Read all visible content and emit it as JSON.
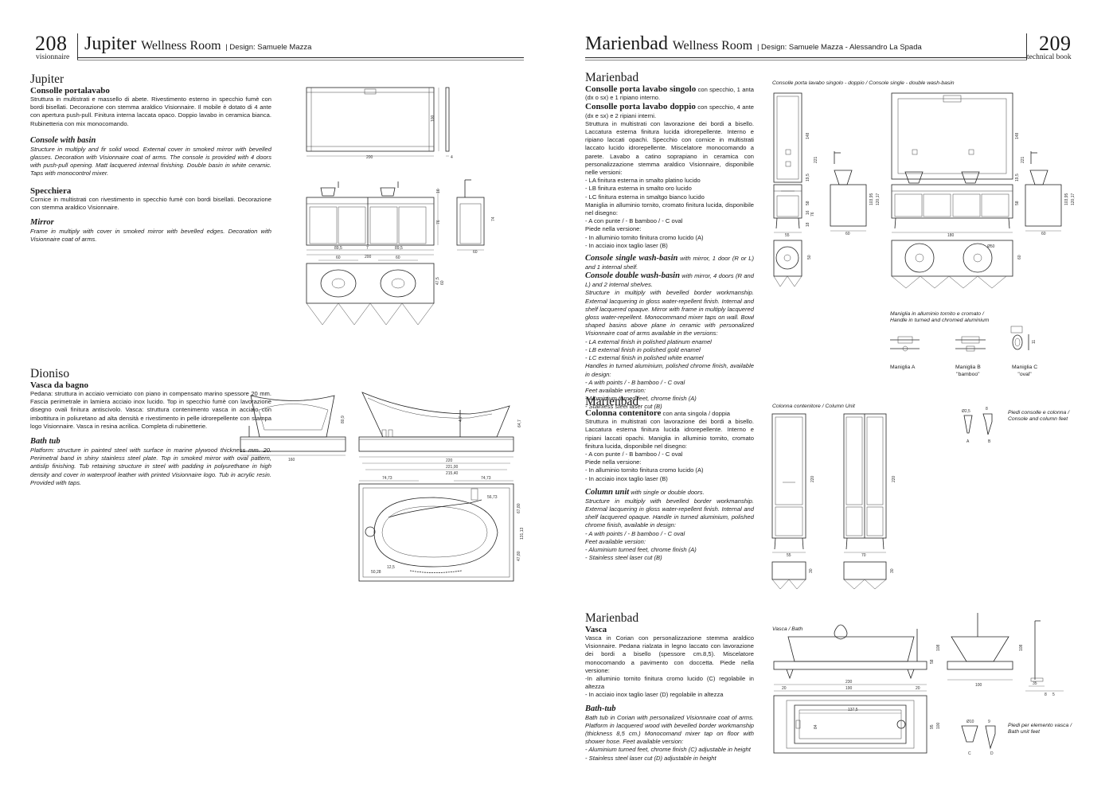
{
  "left": {
    "page_number": "208",
    "brand": "visionnaire",
    "header": {
      "title_main": "Jupiter",
      "title_sub": "Wellness Room",
      "designer": "| Design: Samuele Mazza"
    },
    "jupiter": {
      "title": "Jupiter",
      "consolle_title": "Consolle portalavabo",
      "consolle_it": "Struttura in multistrati e massello di abete. Rivestimento esterno in specchio fumè con bordi bisellati. Decorazione con stemma araldico Visionnaire. Il mobile è dotato di 4 ante con apertura push-pull. Finitura interna laccata opaco. Doppio lavabo in ceramica bianca. Rubinetteria con mix monocomando.",
      "console_title": "Console with basin",
      "console_en": "Structure in multiply and fir solid wood. External cover in smoked mirror with bevelled glasses. Decoration with Visionnaire coat of arms. The console is provided with 4 doors with push-pull opening. Matt lacquered internal finishing. Double basin in white ceramic. Taps with monocontrol mixer.",
      "specchiera_title": "Specchiera",
      "specchiera_it": "Cornice in multistrati con rivestimento in specchio fumè con bordi bisellati. Decorazione con stemma araldico Visionnaire.",
      "mirror_title": "Mirror",
      "mirror_en": "Frame in multiply with cover in smoked mirror with bevelled edges. Decoration with Visionnaire coat of arms."
    },
    "jupiter_dims": {
      "mirror_w": "200",
      "mirror_h": "100",
      "mirror_d": "4",
      "console_a": "89,5",
      "console_b": "7",
      "console_c": "89,5",
      "console_total": "200",
      "h16": "16",
      "h74": "74",
      "h76": "76",
      "side_w": "60",
      "side_h": "74",
      "plan_60a": "60",
      "plan_60b": "60",
      "plan_47": "47,5",
      "plan_60c": "60"
    },
    "dioniso": {
      "title": "Dioniso",
      "vasca_title": "Vasca da bagno",
      "vasca_it": "Pedana: struttura in acciaio verniciato con piano in compensato marino spessore 20 mm. Fascia perimetrale in lamiera acciaio inox lucido. Top in specchio fumè con lavorazione disegno ovali finitura antiscivolo. Vasca: struttura contenimento vasca in acciaio con imbottitura in poliuretano ad alta densità e rivestimento in pelle idrorepellente con stampa logo Visionnaire. Vasca in resina acrilica. Completa di rubinetterie.",
      "bath_title": "Bath tub",
      "bath_en": "Platform: structure in painted steel with surface in marine plywood thickness mm. 20. Perimetral band in shiny stainless steel plate. Top in smoked mirror with oval pattern, antislip finishing. Tub retaining structure in steel with padding in polyurethane in high density and cover in waterproof leather with printed Visionnaire logo. Tub in acrylic resin. Provided with taps."
    },
    "dioniso_dims": {
      "front_w": "160",
      "front_h": "80,9",
      "side_w1": "220",
      "side_w2": "221,00",
      "side_w3": "215,40",
      "side_h1": "64,7",
      "side_h2": "4,7",
      "plan_a": "74,73",
      "plan_b": "74,73",
      "plan_c": "56,73",
      "plan_d": "67,80",
      "plan_e": "131,13",
      "plan_f": "47,80",
      "plan_g": "50,28",
      "plan_h": "12,5"
    }
  },
  "right": {
    "page_number": "209",
    "brand": "technical book",
    "header": {
      "title_main": "Marienbad",
      "title_sub": "Wellness Room",
      "designer": "| Design: Samuele Mazza - Alessandro La Spada"
    },
    "consolle": {
      "title": "Marienbad",
      "single_title": "Consolle porta lavabo singolo",
      "single_rest": " con specchio, 1 anta (dx o sx) e 1 ripiano interno.",
      "double_title": "Consolle porta lavabo doppio",
      "double_rest": " con specchio, 4 ante (dx e sx) e 2 ripiani interni.",
      "it_body": "Struttura in multistrati con lavorazione dei bordi a bisello. Laccatura esterna finitura lucida idrorepellente. Interno e ripiano laccati opachi. Specchio con cornice in multistrati laccato lucido idrorepellente. Miscelatore monocomando a parete. Lavabo a catino soprapiano in ceramica con personalizzazione stemma araldico Visionnaire, disponibile nelle versioni:",
      "it_list": [
        "- LA finitura esterna in smalto platino lucido",
        "- LB finitura esterna in smalto oro lucido",
        "- LC finitura esterna in smaltgo bianco lucido"
      ],
      "it_handle": "Maniglia in alluminio tornito, cromato finitura lucida, disponibile nel disegno:",
      "it_handle_opts": "- A con punte / - B bamboo / - C oval",
      "it_feet_title": "Piede nella versione:",
      "it_feet": [
        "- In alluminio tornito finitura cromo lucido (A)",
        "- In acciaio inox taglio laser (B)"
      ],
      "en_single_title": "Console single wash-basin",
      "en_single_rest": " with mirror, 1 door (R or L) and 1 internal shelf.",
      "en_double_title": "Console double wash-basin",
      "en_double_rest": " with mirror, 4 doors (R and L) and 2 internal shelves.",
      "en_body": "Structure in multiply with bevelled border workmanship. External lacquering in gloss water-repellent finish. Internal and shelf lacquered opaque. Mirror with frame in multiply lacquered gloss water-repellent. Monocommand mixer taps on wall. Bowl shaped basins above plane in ceramic with personalized Visionnaire coat of arms available in the versions:",
      "en_list": [
        "- LA external finish in polished platinum enamel",
        "- LB external finish in polished gold enamel",
        "- LC external finish in polished white enamel"
      ],
      "en_handle": "Handles in turned aluminium, polished chrome finish, available in design:",
      "en_handle_opts": "- A with points / - B bamboo / - C oval",
      "en_feet_title": "Feet available version:",
      "en_feet": [
        "- Aluminium turned feet, chrome finish (A)",
        "- Stainless steel laser cut (B)"
      ]
    },
    "consolle_drawing": {
      "caption": "Consolle porta lavabo singolo - doppio / Console single - double wash-basin",
      "d148a": "148",
      "d221a": "221",
      "d19a": "19,5",
      "d58a": "58",
      "d16a": "16",
      "d76a": "76",
      "d18a": "18",
      "d103a": "103,95",
      "d120a": "120,17",
      "w55": "55",
      "w60a": "60",
      "w180": "180",
      "w60b": "60",
      "d148b": "148",
      "d221b": "221",
      "d19b": "19,5",
      "d58b": "58",
      "d103b": "103,95",
      "d120b": "120,17",
      "p50": "50",
      "p60": "60",
      "pd": "Ø50"
    },
    "handles": {
      "caption_it": "Maniglia in alluminio tornito e cromato /",
      "caption_en": "Handle in turned and chromed aluminium",
      "a": "Maniglia A",
      "b": "Maniglia B",
      "b_sub": "\"bamboo\"",
      "c": "Maniglia C",
      "c_sub": "\"oval\"",
      "c_dim": "11"
    },
    "colonna": {
      "title": "Marienbad",
      "sub_title": "Colonna contenitore",
      "sub_rest": " con anta singola / doppia",
      "it_body": "Struttura in multistrati con lavorazione dei bordi a bisello. Laccatura esterna finitura lucida idrorepellente. Interno e ripiani laccati opachi. Maniglia in alluminio tornito, cromato finitura lucida, disponibile nel disegno:",
      "it_handle_opts": "- A con punte / - B bamboo / - C oval",
      "it_feet_title": "Piede nella versione:",
      "it_feet": [
        "- In alluminio tornito finitura cromo lucido (A)",
        "- In acciaio inox taglio laser (B)"
      ],
      "en_title": "Column unit",
      "en_rest": " with single or double doors.",
      "en_body": "Structure in multiply with bevelled border workmanship. External lacquering in gloss water-repellent finish. Internal and shelf lacquered opaque. Handle in turned aluminium, polished chrome finish, available in design:",
      "en_handle_opts": "- A with points / - B bamboo / - C oval",
      "en_feet_title": "Feet available version:",
      "en_feet": [
        "- Aluminium turned feet, chrome finish (A)",
        "- Stainless steel laser cut (B)"
      ]
    },
    "colonna_drawing": {
      "caption": "Colonna contenitore / Column Unit",
      "h220a": "220",
      "h220b": "220",
      "w55": "55",
      "w70": "70",
      "d30a": "30",
      "d30b": "30",
      "feet_caption_it": "Piedi consolle e colonna /",
      "feet_caption_en": "Console and column feet",
      "feet_d": "Ø2,5",
      "feet_h": "8",
      "feet_a": "A",
      "feet_b": "B"
    },
    "vasca": {
      "title": "Marienbad",
      "sub_title": "Vasca",
      "it_body": "Vasca in Corian con personalizzazione stemma araldico Visionnaire. Pedana rialzata in legno laccato con lavorazione dei bordi a bisello (spessore cm.8,5). Miscelatore monocomando a pavimento con doccetta. Piede nella versione:",
      "it_feet": [
        "-In alluminio tornito finitura cromo lucido (C) regolabile in altezza",
        "- In acciaio inox taglio laser (D) regolabile in altezza"
      ],
      "en_title": "Bath-tub",
      "en_body": "Bath tub in Corian with personalized Visionnaire coat of arms. Platform in lacquered wood with bevelled border workmanship (thickness 8,5 cm.) Monocomand mixer tap on floor with shower hose. Feet available version:",
      "en_feet": [
        "- Aluminium turned feet, chrome finish (C) adjustable in height",
        "- Stainless steel laser cut (D) adjustable in height"
      ]
    },
    "vasca_drawing": {
      "caption": "Vasca / Bath",
      "w230": "230",
      "w20a": "20",
      "w190": "190",
      "w20b": "20",
      "w137": "137,5",
      "d84": "84",
      "d100a": "100",
      "d95": "95",
      "h58": "58",
      "h108a": "108",
      "h108b": "108",
      "w100": "100",
      "w35": "35",
      "d8": "8",
      "d5": "5",
      "feet_caption_it": "Piedi per elemento vasca /",
      "feet_caption_en": "Bath unit feet",
      "feet_d": "Ø10",
      "feet_h": "9",
      "feet_c": "C",
      "feet_dlabel": "D"
    }
  }
}
